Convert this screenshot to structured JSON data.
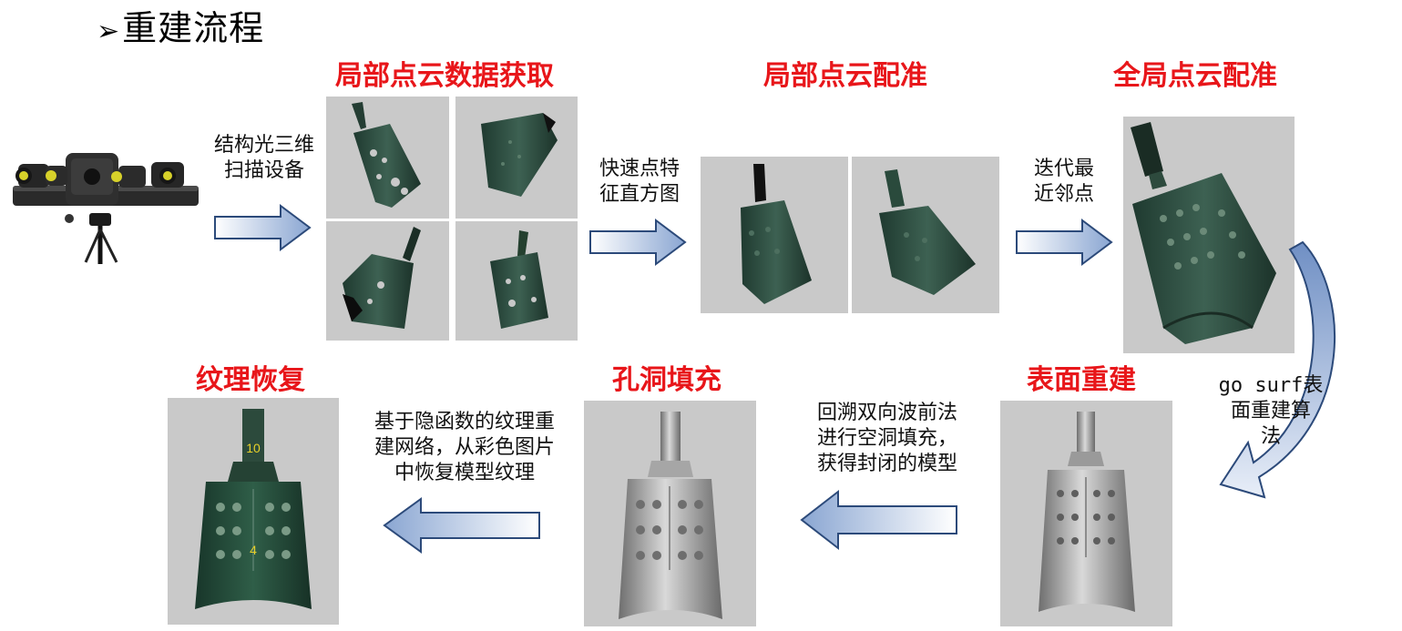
{
  "slide": {
    "title_marker": "➢",
    "title": "重建流程"
  },
  "stages": {
    "local_acquisition": "局部点云数据获取",
    "local_registration": "局部点云配准",
    "global_registration": "全局点云配准",
    "surface_reconstruction": "表面重建",
    "hole_filling": "孔洞填充",
    "texture_recovery": "纹理恢复"
  },
  "steps": {
    "scanner": [
      "结构光三维",
      "扫描设备"
    ],
    "feature": [
      "快速点特",
      "征直方图"
    ],
    "icp": [
      "迭代最",
      "近邻点"
    ],
    "gosurf": [
      "go surf表",
      "面重建算",
      "法"
    ],
    "wavefront": [
      "回溯双向波前法",
      "进行空洞填充，",
      "获得封闭的模型"
    ],
    "texture": [
      "基于隐函数的纹理重",
      "建网络，从彩色图片",
      "中恢复模型纹理"
    ]
  },
  "bell_labels": {
    "top_number": "10",
    "body_number": "4"
  },
  "colors": {
    "stage_red": "#e8161a",
    "arrow_fill_light": "#ffffff",
    "arrow_fill_dark": "#8aa6d2",
    "arrow_stroke": "#2c4a7a",
    "panel_gray": "#c9c9c9",
    "bronze": "#2f4d40",
    "mesh_gray": "#9c9c9c"
  }
}
